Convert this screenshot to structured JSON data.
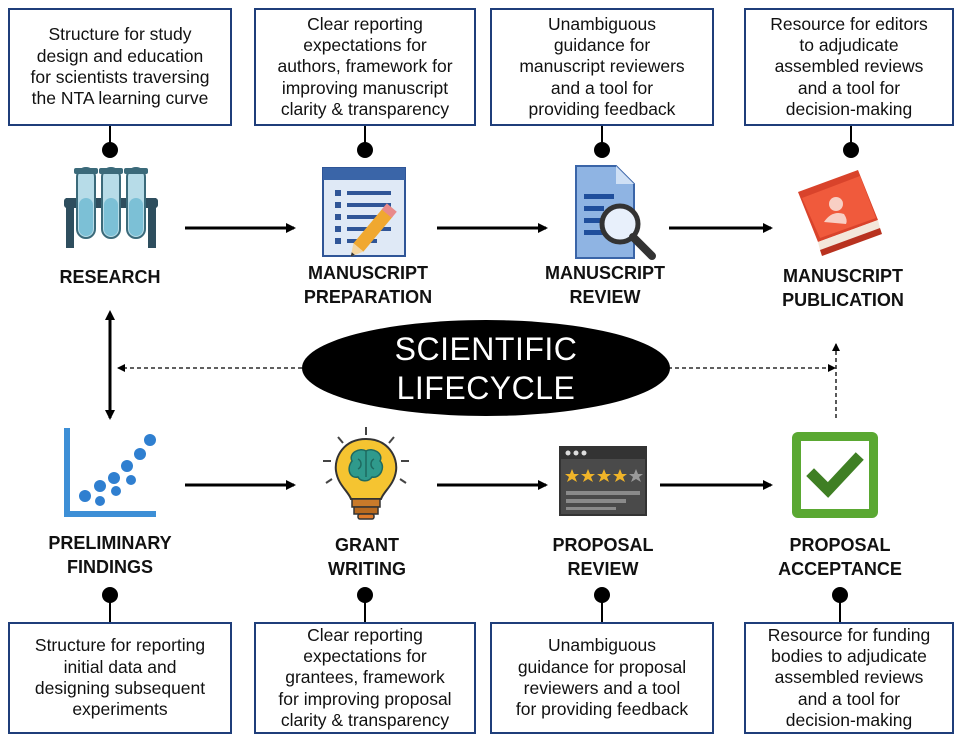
{
  "center": {
    "label": "SCIENTIFIC\nLIFECYCLE"
  },
  "top_row": [
    {
      "stage": "RESEARCH",
      "icon": "test-tubes-icon",
      "description": "Structure for study\ndesign and education\nfor scientists traversing\nthe NTA learning curve"
    },
    {
      "stage": "MANUSCRIPT\nPREPARATION",
      "icon": "document-pencil-icon",
      "description": "Clear reporting\nexpectations for\nauthors, framework for\nimproving manuscript\nclarity & transparency"
    },
    {
      "stage": "MANUSCRIPT\nREVIEW",
      "icon": "document-magnifier-icon",
      "description": "Unambiguous\nguidance for\nmanuscript reviewers\nand a tool for\nproviding feedback"
    },
    {
      "stage": "MANUSCRIPT\nPUBLICATION",
      "icon": "book-icon",
      "description": "Resource for editors\nto adjudicate\nassembled reviews\nand a tool for\ndecision-making"
    }
  ],
  "bottom_row": [
    {
      "stage": "PRELIMINARY\nFINDINGS",
      "icon": "scatter-plot-icon",
      "description": "Structure for reporting\ninitial data and\ndesigning subsequent\nexperiments"
    },
    {
      "stage": "GRANT\nWRITING",
      "icon": "lightbulb-brain-icon",
      "description": "Clear reporting\nexpectations for\ngrantees, framework\nfor improving proposal\nclarity & transparency"
    },
    {
      "stage": "PROPOSAL\nREVIEW",
      "icon": "rating-window-icon",
      "description": "Unambiguous\nguidance for proposal\nreviewers and a tool\nfor providing feedback"
    },
    {
      "stage": "PROPOSAL\nACCEPTANCE",
      "icon": "checkmark-icon",
      "description": "Resource for funding\nbodies to adjudicate\nassembled reviews\nand a tool for\ndecision-making"
    }
  ],
  "colors": {
    "box_border": "#1f3e7a",
    "arrow": "#000000",
    "ellipse": "#000000",
    "check_green": "#5aa832",
    "book_red": "#d9432b"
  }
}
